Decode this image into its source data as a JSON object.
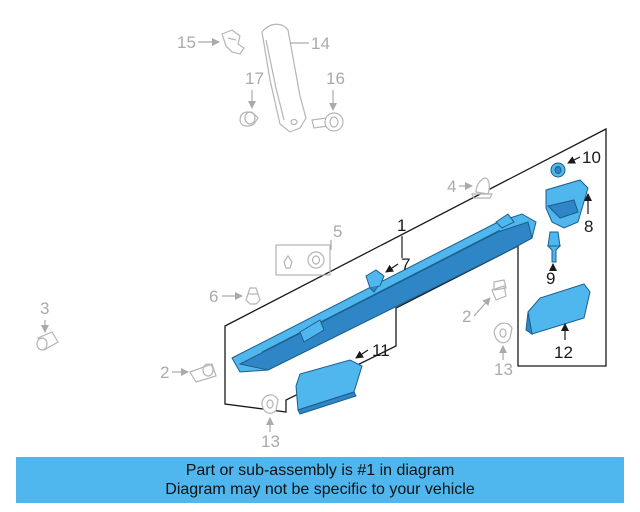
{
  "callouts": {
    "c1": "1",
    "c2a": "2",
    "c2b": "2",
    "c3": "3",
    "c4": "4",
    "c5": "5",
    "c6": "6",
    "c7": "7",
    "c8": "8",
    "c9": "9",
    "c10": "10",
    "c11": "11",
    "c12": "12",
    "c13a": "13",
    "c13b": "13",
    "c14": "14",
    "c15": "15",
    "c16": "16",
    "c17": "17"
  },
  "banner": {
    "line1": "Part or sub-assembly is #1 in diagram",
    "line2": "Diagram may not be specific to your vehicle"
  },
  "colors": {
    "highlight": "#4fb6ee",
    "banner": "#4fb6ee",
    "ghost": "#b5b5b5",
    "outline": "#1a1a1a"
  }
}
